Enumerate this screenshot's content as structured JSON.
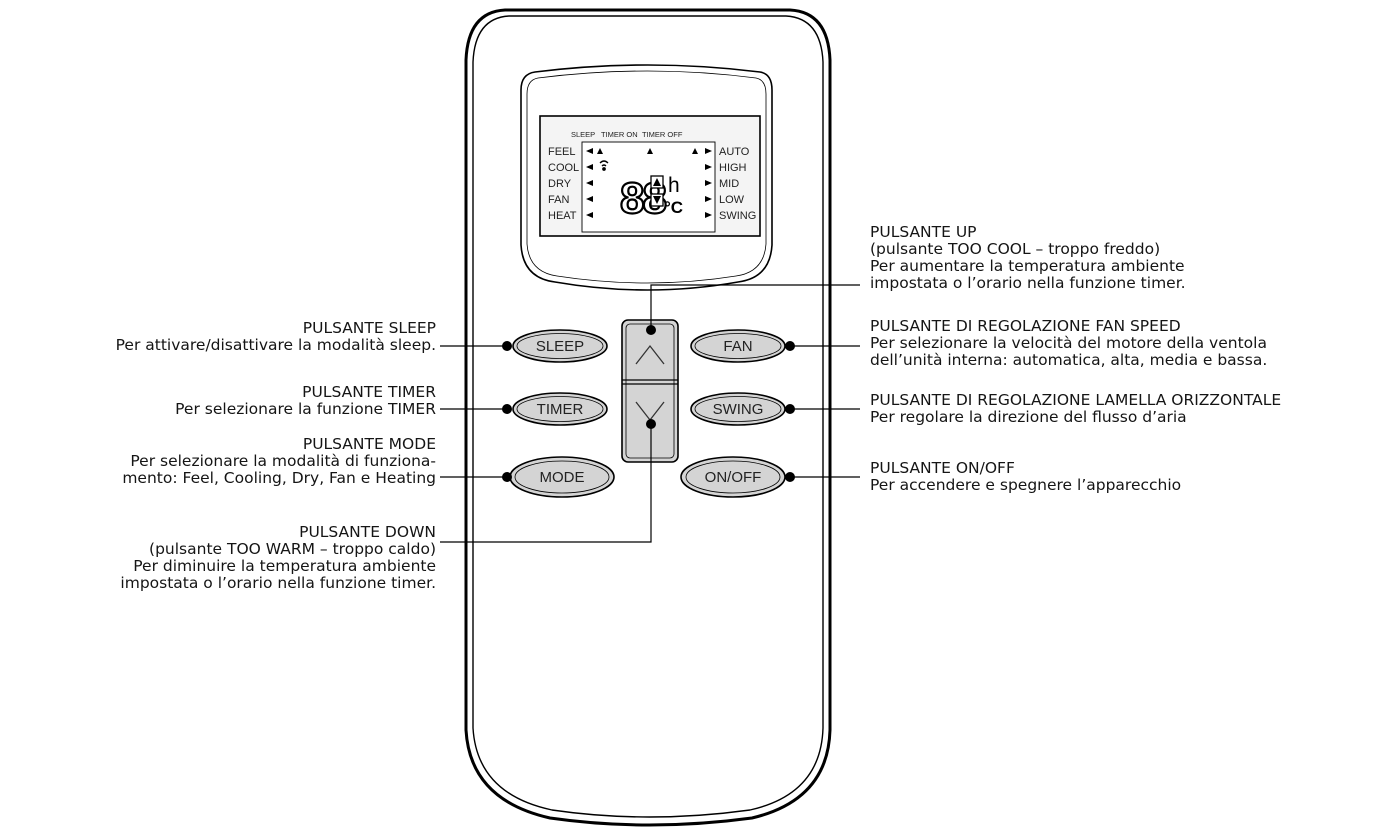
{
  "lcd": {
    "top_labels": [
      "SLEEP",
      "TIMER ON",
      "TIMER OFF"
    ],
    "left_modes": [
      "FEEL",
      "COOL",
      "DRY",
      "FAN",
      "HEAT"
    ],
    "right_speeds": [
      "AUTO",
      "HIGH",
      "MID",
      "LOW",
      "SWING"
    ],
    "digits": "88",
    "unit_hour": "h",
    "unit_temp": "°C"
  },
  "buttons": {
    "sleep": "SLEEP",
    "timer": "TIMER",
    "mode": "MODE",
    "fan": "FAN",
    "swing": "SWING",
    "onoff": "ON/OFF",
    "up_symbol": "∧",
    "down_symbol": "∨"
  },
  "callouts": {
    "up": {
      "title": "PULSANTE UP",
      "lines": [
        "(pulsante TOO COOL – troppo freddo)",
        "Per aumentare la temperatura ambiente",
        "impostata o l’orario nella funzione timer."
      ]
    },
    "sleep": {
      "title": "PULSANTE SLEEP",
      "lines": [
        "Per attivare/disattivare la modalità sleep."
      ]
    },
    "fan": {
      "title": "PULSANTE DI REGOLAZIONE FAN SPEED",
      "lines": [
        "Per selezionare la velocità del motore della ventola",
        "dell’unità interna: automatica, alta, media e bassa."
      ]
    },
    "timer": {
      "title": "PULSANTE TIMER",
      "lines": [
        "Per selezionare la funzione TIMER"
      ]
    },
    "swing": {
      "title": "PULSANTE DI REGOLAZIONE LAMELLA ORIZZONTALE",
      "lines": [
        "Per regolare la direzione del flusso d’aria"
      ]
    },
    "mode": {
      "title": "PULSANTE MODE",
      "lines": [
        "Per selezionare la modalità di funziona-",
        "mento: Feel, Cooling, Dry, Fan e Heating"
      ]
    },
    "onoff": {
      "title": "PULSANTE ON/OFF",
      "lines": [
        "Per accendere e spegnere l’apparecchio"
      ]
    },
    "down": {
      "title": "PULSANTE DOWN",
      "lines": [
        "(pulsante TOO WARM – troppo caldo)",
        "Per diminuire la temperatura ambiente",
        "impostata o l’orario nella funzione timer."
      ]
    }
  }
}
